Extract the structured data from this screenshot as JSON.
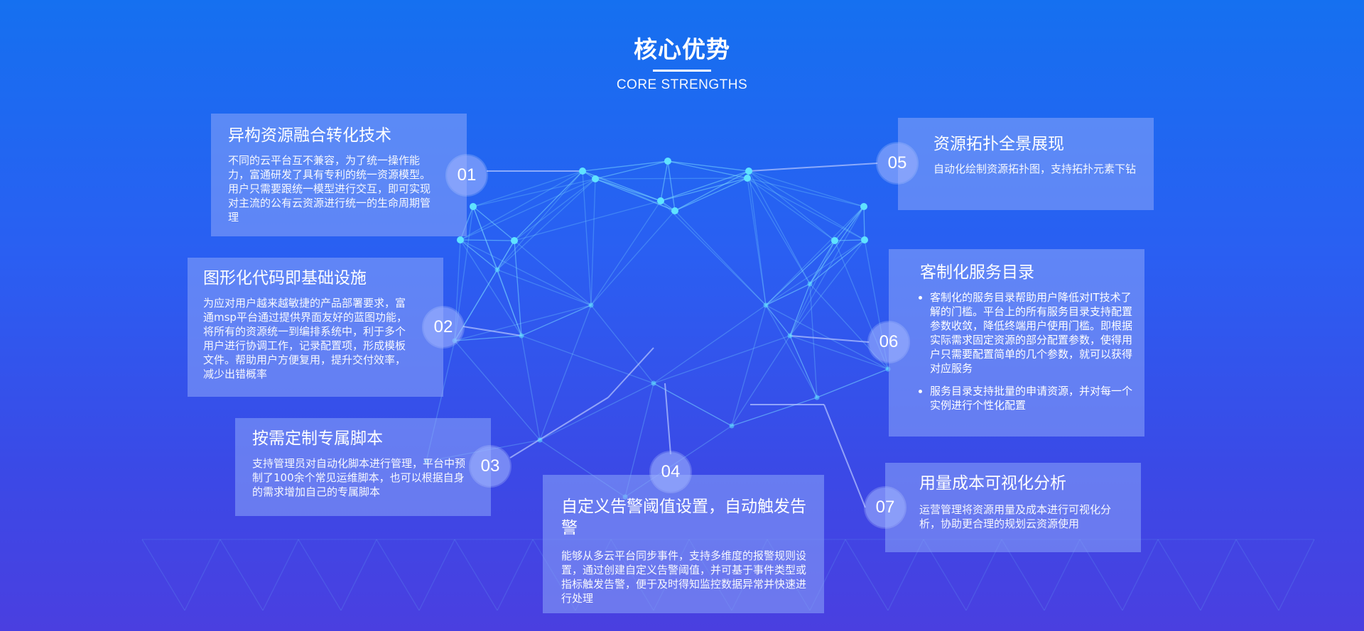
{
  "header": {
    "title": "核心优势",
    "subtitle": "CORE STRENGTHS"
  },
  "features": [
    {
      "num": "01",
      "title": "异构资源融合转化技术",
      "desc": "不同的云平台互不兼容，为了统一操作能力，富通研发了具有专利的统一资源模型。用户只需要跟统一模型进行交互，即可实现对主流的公有云资源进行统一的生命周期管理"
    },
    {
      "num": "02",
      "title": "图形化代码即基础设施",
      "desc": "为应对用户越来越敏捷的产品部署要求，富通msp平台通过提供界面友好的蓝图功能，将所有的资源统一到编排系统中，利于多个用户进行协调工作，记录配置项，形成模板文件。帮助用户方便复用，提升交付效率，减少出错概率"
    },
    {
      "num": "03",
      "title": "按需定制专属脚本",
      "desc": "支持管理员对自动化脚本进行管理，平台中预制了100余个常见运维脚本，也可以根据自身的需求增加自己的专属脚本"
    },
    {
      "num": "04",
      "title": "自定义告警阈值设置，自动触发告警",
      "desc": "能够从多云平台同步事件，支持多维度的报警规则设置，通过创建自定义告警阈值，并可基于事件类型或指标触发告警，便于及时得知监控数据异常并快速进行处理"
    },
    {
      "num": "05",
      "title": "资源拓扑全景展现",
      "desc": "自动化绘制资源拓扑图，支持拓扑元素下钻"
    },
    {
      "num": "06",
      "title": "客制化服务目录",
      "bullets": [
        "客制化的服务目录帮助用户降低对IT技术了解的门槛。平台上的所有服务目录支持配置参数收敛，降低终端用户使用门槛。即根据实际需求固定资源的部分配置参数，使得用户只需要配置简单的几个参数，就可以获得对应服务",
        "服务目录支持批量的申请资源，并对每一个实例进行个性化配置"
      ]
    },
    {
      "num": "07",
      "title": "用量成本可视化分析",
      "desc": "运营管理将资源用量及成本进行可视化分析，协助更合理的规划云资源使用"
    }
  ]
}
